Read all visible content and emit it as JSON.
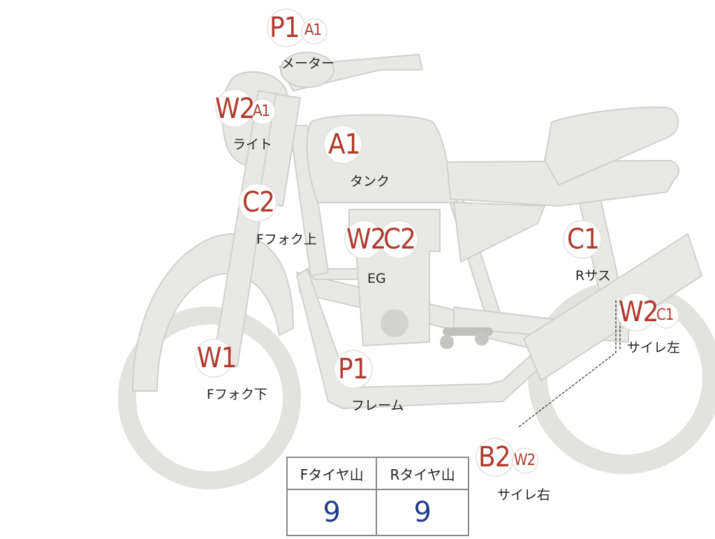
{
  "parts": [
    {
      "id": "meter",
      "label": "メーター",
      "grades": [
        "P1",
        "A1"
      ]
    },
    {
      "id": "light",
      "label": "ライト",
      "grades": [
        "W2",
        "A1"
      ]
    },
    {
      "id": "tank",
      "label": "タンク",
      "grades": [
        "A1"
      ]
    },
    {
      "id": "ffork-upper",
      "label": "Fフォク上",
      "grades": [
        "C2"
      ]
    },
    {
      "id": "engine",
      "label": "EG",
      "grades": [
        "W2",
        "C2"
      ]
    },
    {
      "id": "rsus",
      "label": "Rサス",
      "grades": [
        "C1"
      ]
    },
    {
      "id": "muffler-left",
      "label": "サイレ左",
      "grades": [
        "W2",
        "C1"
      ]
    },
    {
      "id": "ffork-lower",
      "label": "Fフォク下",
      "grades": [
        "W1"
      ]
    },
    {
      "id": "frame",
      "label": "フレーム",
      "grades": [
        "P1"
      ]
    },
    {
      "id": "muffler-right",
      "label": "サイレ右",
      "grades": [
        "B2",
        "W2"
      ]
    }
  ],
  "tire_table": {
    "front_label": "Fタイヤ山",
    "rear_label": "Rタイヤ山",
    "front_value": "9",
    "rear_value": "9"
  },
  "colors": {
    "body_fill": "#e8e8e6",
    "body_stroke": "#cfcfcc",
    "grade_text": "#b03a2e",
    "value_text": "#1f3e8a"
  }
}
